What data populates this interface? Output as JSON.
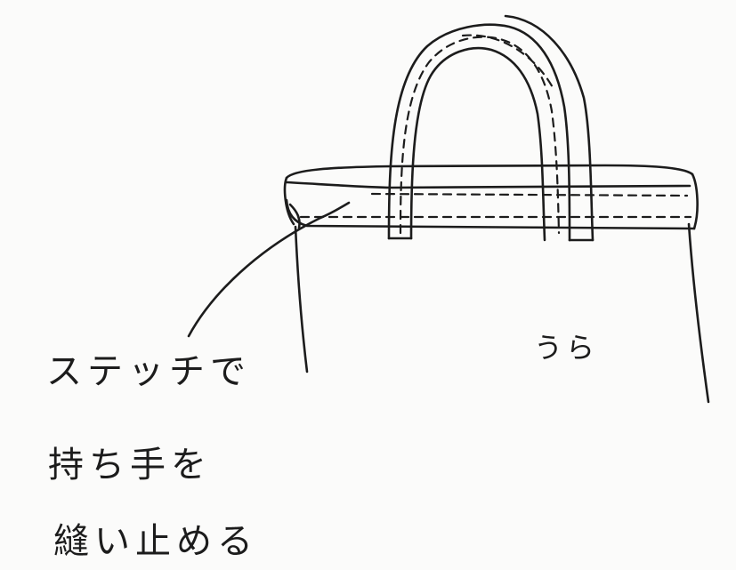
{
  "annotation": {
    "lines": [
      "ステッチで",
      "持ち手を",
      "縫い止める"
    ]
  },
  "bag": {
    "side_label": "うら"
  },
  "colors": {
    "ink": "#1c1c1c",
    "paper": "#fbfbfa"
  }
}
